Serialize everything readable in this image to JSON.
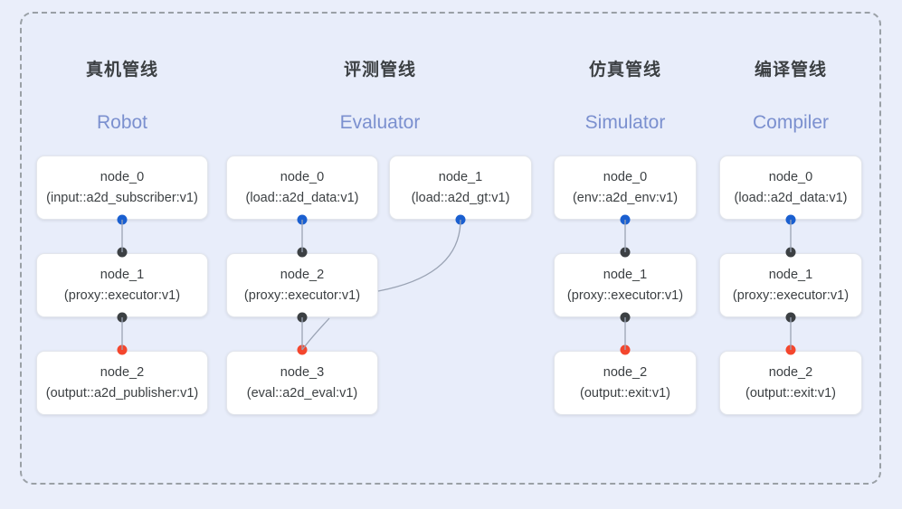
{
  "diagram": {
    "colors": {
      "background": "#eaeefa",
      "panel_background": "#e8edfa",
      "panel_border": "#9aa0a6",
      "node_background": "#ffffff",
      "title_color": "#3c4043",
      "subtitle_color": "#7b90cf",
      "port_output_blue": "#1a5fd0",
      "port_black": "#3c4043",
      "port_input_red": "#f4462d",
      "edge_color": "#9aa3b4"
    },
    "columns": [
      {
        "id": "robot",
        "title": "真机管线",
        "subtitle": "Robot",
        "nodes": [
          {
            "name": "node_0",
            "type": "(input::a2d_subscriber:v1)"
          },
          {
            "name": "node_1",
            "type": "(proxy::executor:v1)"
          },
          {
            "name": "node_2",
            "type": "(output::a2d_publisher:v1)"
          }
        ]
      },
      {
        "id": "evaluator",
        "title": "评测管线",
        "subtitle": "Evaluator",
        "nodes": [
          {
            "name": "node_0",
            "type": "(load::a2d_data:v1)"
          },
          {
            "name": "node_1",
            "type": "(load::a2d_gt:v1)"
          },
          {
            "name": "node_2",
            "type": "(proxy::executor:v1)"
          },
          {
            "name": "node_3",
            "type": "(eval::a2d_eval:v1)"
          }
        ]
      },
      {
        "id": "simulator",
        "title": "仿真管线",
        "subtitle": "Simulator",
        "nodes": [
          {
            "name": "node_0",
            "type": "(env::a2d_env:v1)"
          },
          {
            "name": "node_1",
            "type": "(proxy::executor:v1)"
          },
          {
            "name": "node_2",
            "type": "(output::exit:v1)"
          }
        ]
      },
      {
        "id": "compiler",
        "title": "编译管线",
        "subtitle": "Compiler",
        "nodes": [
          {
            "name": "node_0",
            "type": "(load::a2d_data:v1)"
          },
          {
            "name": "node_1",
            "type": "(proxy::executor:v1)"
          },
          {
            "name": "node_2",
            "type": "(output::exit:v1)"
          }
        ]
      }
    ]
  }
}
